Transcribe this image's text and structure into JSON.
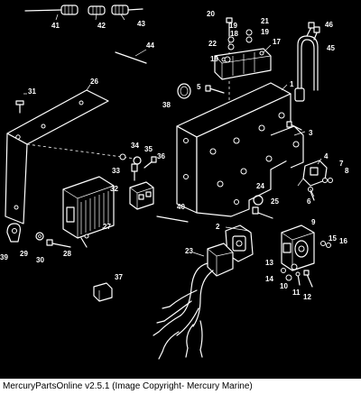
{
  "footer": {
    "text": "MercuryPartsOnline v2.5.1 (Image Copyright- Mercury Marine)"
  },
  "callouts": [
    "1",
    "2",
    "3",
    "4",
    "5",
    "6",
    "7",
    "8",
    "9",
    "10",
    "11",
    "12",
    "13",
    "14",
    "15",
    "16",
    "17",
    "18",
    "19",
    "20",
    "21",
    "22",
    "23",
    "24",
    "25",
    "26",
    "27",
    "28",
    "29",
    "30",
    "31",
    "32",
    "33",
    "34",
    "35",
    "36",
    "37",
    "38",
    "39",
    "40",
    "41",
    "42",
    "43",
    "44",
    "45",
    "46"
  ]
}
